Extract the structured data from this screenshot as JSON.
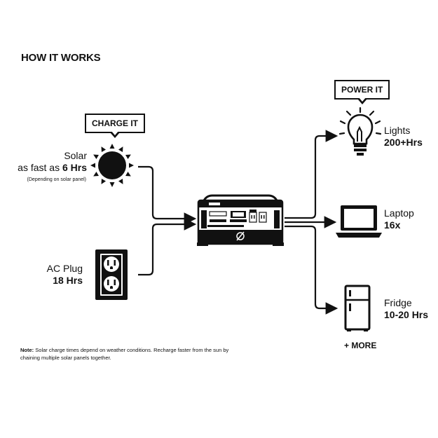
{
  "title": "HOW IT WORKS",
  "tags": {
    "charge": "CHARGE IT",
    "power": "POWER IT"
  },
  "inputs": {
    "solar": {
      "name": "Solar",
      "time_prefix": "as fast as",
      "time_value": "6 Hrs",
      "note": "(Depending on solar panel)"
    },
    "ac": {
      "name": "AC Plug",
      "time": "18 Hrs"
    }
  },
  "outputs": {
    "lights": {
      "name": "Lights",
      "time": "200+Hrs"
    },
    "laptop": {
      "name": "Laptop",
      "time": "16x"
    },
    "fridge": {
      "name": "Fridge",
      "time": "10-20 Hrs"
    },
    "more": "+ MORE"
  },
  "note": {
    "prefix": "Note:",
    "text": "Solar charge times depend on weather conditions. Recharge faster from the sun by chaining multiple solar panels together."
  },
  "icons": [
    "sun-icon",
    "outlet-icon",
    "power-station-icon",
    "light-bulb-icon",
    "laptop-icon",
    "fridge-icon"
  ],
  "colors": {
    "ink": "#111111",
    "background": "#ffffff"
  }
}
